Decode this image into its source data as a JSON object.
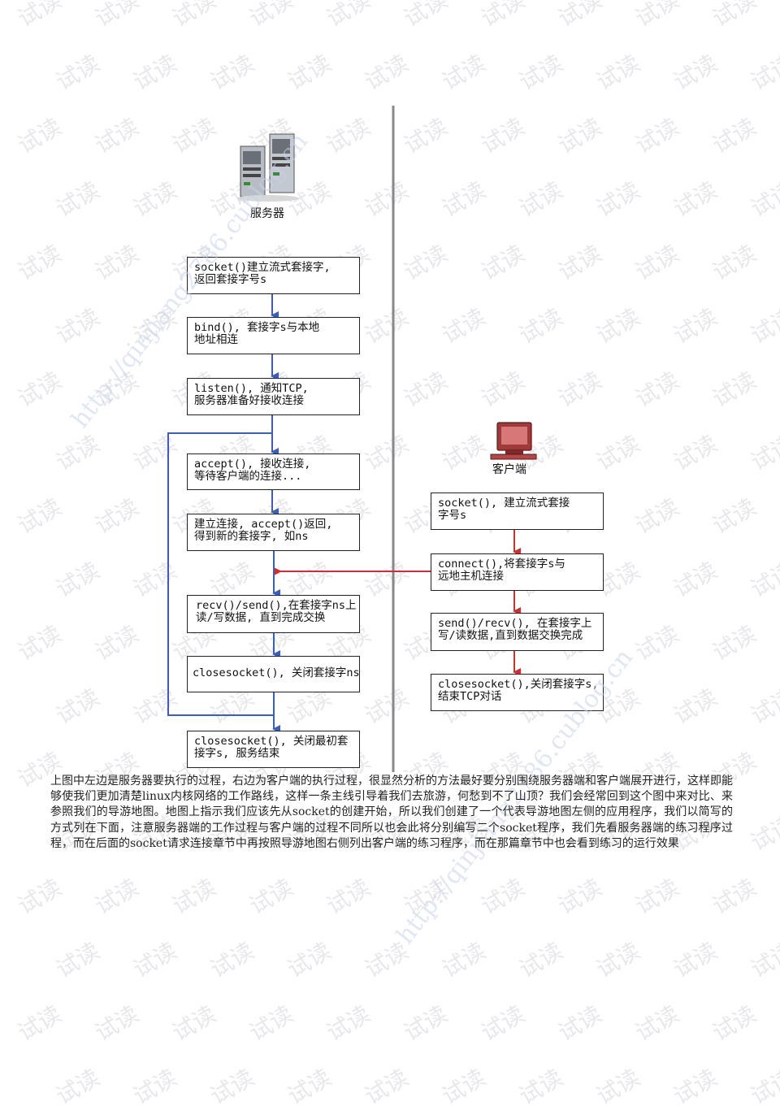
{
  "watermark": {
    "tile_text": "试读",
    "url_text": "http://qinjiang2786.cublog.cn"
  },
  "server": {
    "icon": "server-tower-icon",
    "label": "服务器",
    "steps": [
      {
        "line1": "socket()建立流式套接字,",
        "line2": "返回套接字号s"
      },
      {
        "line1": "bind(), 套接字s与本地",
        "line2": "地址相连"
      },
      {
        "line1": "listen(), 通知TCP,",
        "line2": "服务器准备好接收连接"
      },
      {
        "line1": "accept(), 接收连接,",
        "line2": "等待客户端的连接..."
      },
      {
        "line1": "建立连接, accept()返回,",
        "line2": "得到新的套接字, 如ns"
      },
      {
        "line1": "recv()/send(),在套接字ns上",
        "line2": "读/写数据, 直到完成交换"
      },
      {
        "line1": "closesocket(), 关闭套接字ns",
        "line2": ""
      },
      {
        "line1": "closesocket(), 关闭最初套",
        "line2": "接字s, 服务结束"
      }
    ]
  },
  "client": {
    "icon": "client-computer-icon",
    "label": "客户端",
    "steps": [
      {
        "line1": "socket(), 建立流式套接",
        "line2": "字号s"
      },
      {
        "line1": "connect(),将套接字s与",
        "line2": "远地主机连接"
      },
      {
        "line1": "send()/recv(), 在套接字上",
        "line2": "写/读数据,直到数据交换完成"
      },
      {
        "line1": "closesocket(),关闭套接字s,",
        "line2": "结束TCP对话"
      }
    ]
  },
  "colors": {
    "server_arrow": "#3b5fb5",
    "client_arrow": "#c83232",
    "divider": "#888888",
    "box_border": "#222222"
  },
  "paragraph": "上图中左边是服务器要执行的过程，右边为客户端的执行过程，很显然分析的方法最好要分别围绕服务器端和客户端展开进行，这样即能够使我们更加清楚linux内核网络的工作路线，这样一条主线引导着我们去旅游，何愁到不了山顶？我们会经常回到这个图中来对比、来参照我们的导游地图。地图上指示我们应该先从socket的创建开始，所以我们创建了一个代表导游地图左侧的应用程序，我们以简写的方式列在下面，注意服务器端的工作过程与客户端的过程不同所以也会此将分别编写二个socket程序，我们先看服务器端的练习程序过程，而在后面的socket请求连接章节中再按照导游地图右侧列出客户端的练习程序，而在那篇章节中也会看到练习的运行效果"
}
